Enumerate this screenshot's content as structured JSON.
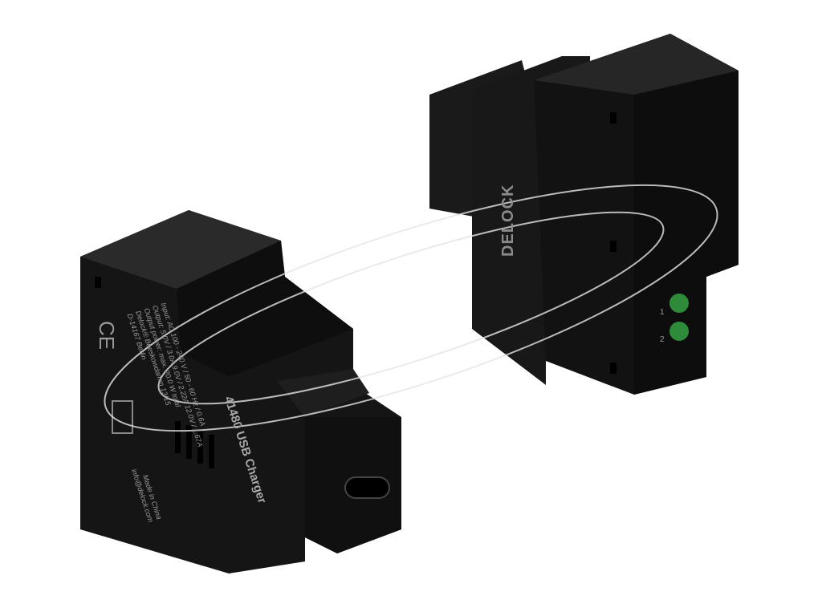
{
  "product": {
    "model_label": "41480 USB Charger",
    "spec_lines": [
      "Input: AC 100 - 240 V / 50 - 60 Hz / 0.6A",
      "Output: 5.0V / 3.0A 9.0V / 2.22A 12.0V / 1.67A",
      "Output power: max. 20.0 W total",
      "Delock® Beeskowdamm 13/15",
      "D-14167 Berlin"
    ],
    "origin_lines": [
      "Made in China",
      "info@delock.com"
    ],
    "ce_mark": "CE",
    "brand_logo": "DELOCK",
    "terminal_marks": [
      "1",
      "2"
    ]
  },
  "colors": {
    "device": "#141414",
    "background": "#ffffff",
    "terminal": "#2e8b3a"
  }
}
